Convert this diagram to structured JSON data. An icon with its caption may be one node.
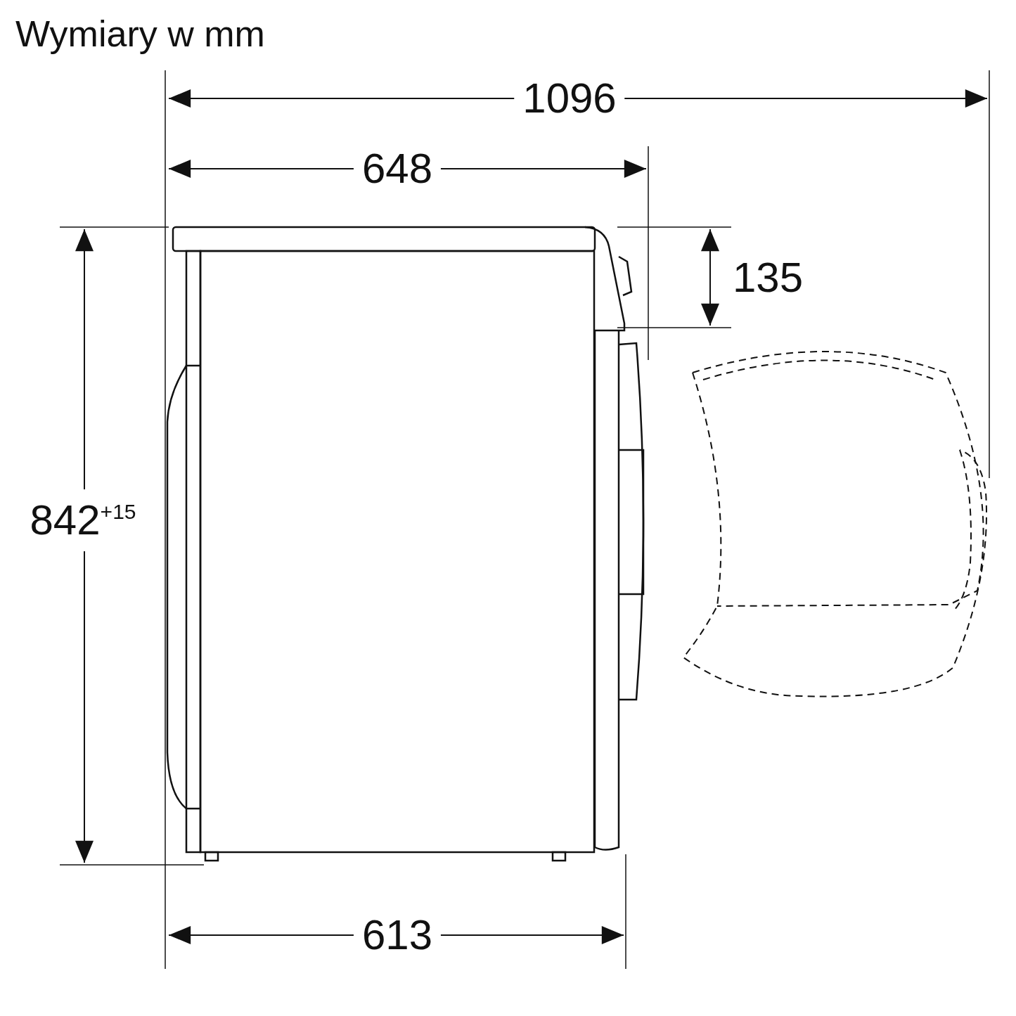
{
  "diagram": {
    "title": "Wymiary w mm",
    "labels": [
      "1096",
      "648",
      "135",
      "842$^{+15}$",
      "613"
    ]
  }
}
